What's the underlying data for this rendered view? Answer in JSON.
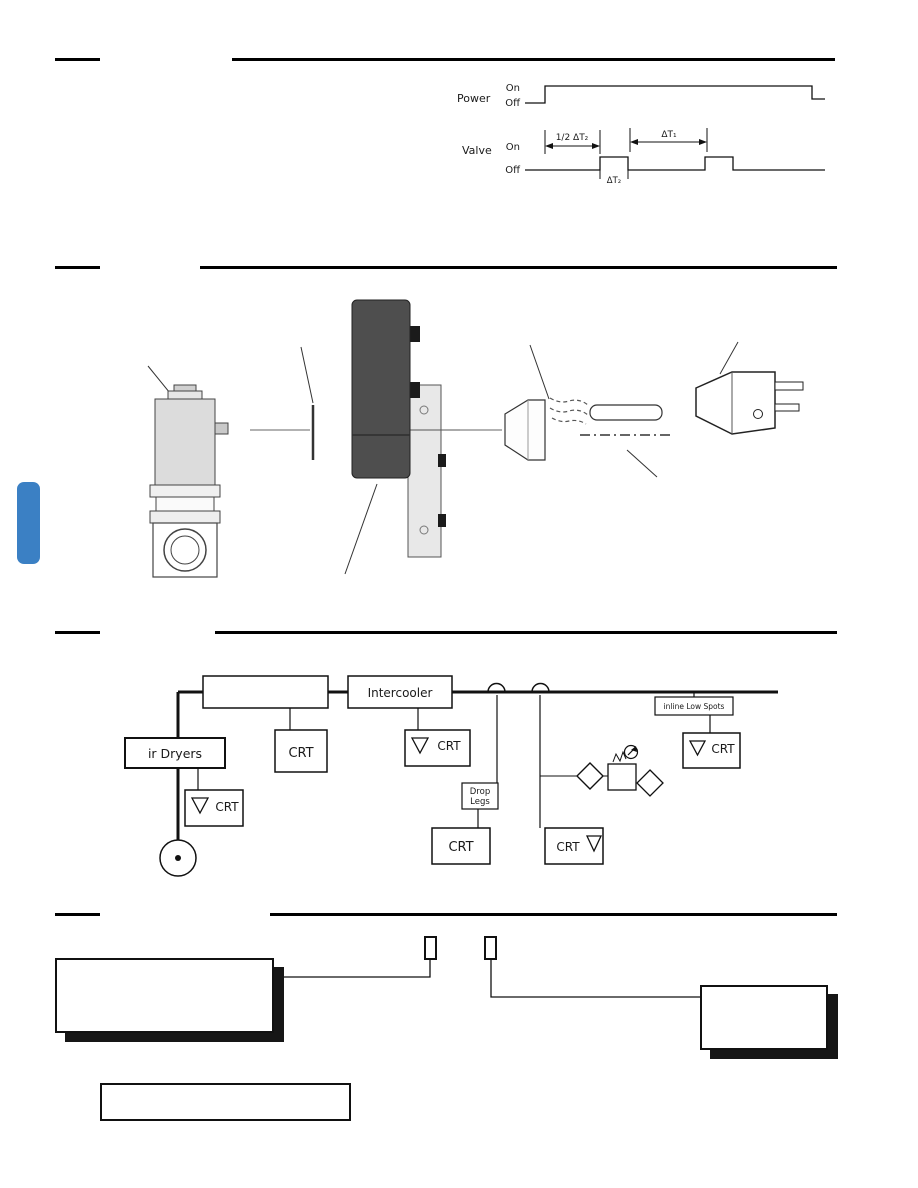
{
  "timing": {
    "power_label": "Power",
    "power_on": "On",
    "power_off": "Off",
    "valve_label": "Valve",
    "valve_on": "On",
    "valve_off": "Off",
    "half_dt2": "1/2 ΔT₂",
    "dt1": "ΔT₁",
    "dt2": "ΔT₂"
  },
  "flow": {
    "intercooler": "Intercooler",
    "air_dryers": "ir Dryers",
    "crt": [
      "CRT",
      "CRT",
      "CRT",
      "CRT",
      "CRT",
      "CRT"
    ],
    "drop_line1": "Drop",
    "drop_line2": "Legs",
    "inline_low_spots": "inline Low Spots"
  },
  "colors": {
    "accent_tab": "#3b80c4",
    "housing_dark": "#4e4e4e",
    "coil_gray": "#dcdcdc",
    "line": "#111111"
  }
}
